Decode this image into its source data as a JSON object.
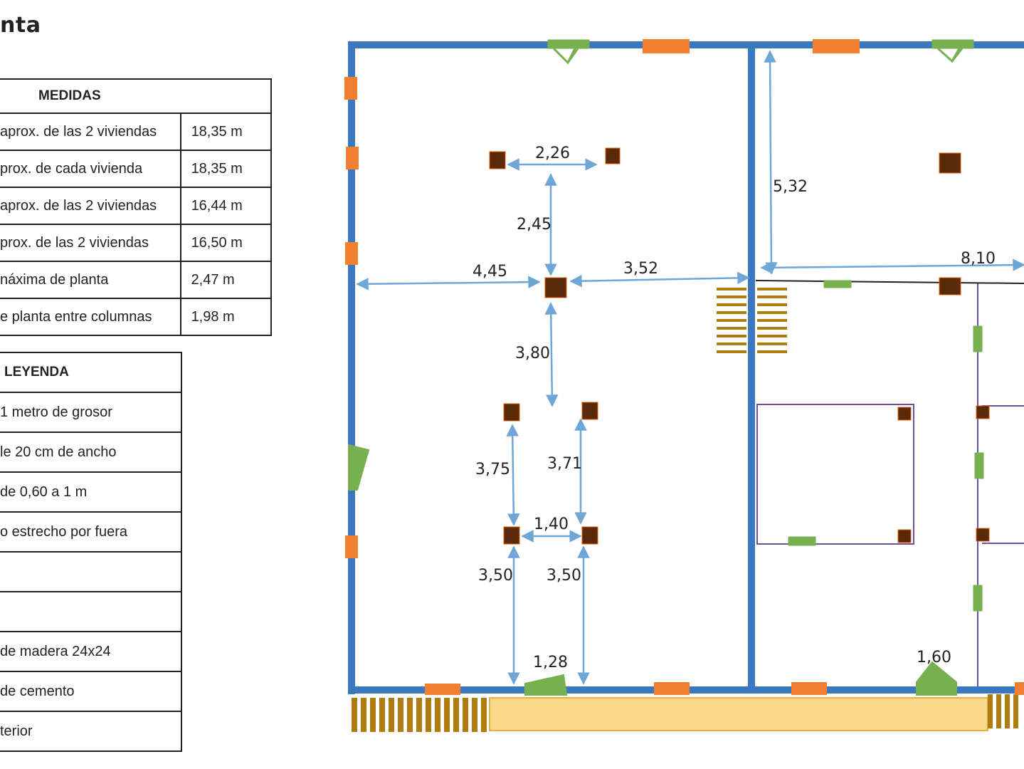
{
  "page": {
    "title": "nta"
  },
  "medidas": {
    "header": "MEDIDAS",
    "rows": [
      {
        "label": "aprox. de las 2 viviendas",
        "value": "18,35 m"
      },
      {
        "label": "prox. de cada vivienda",
        "value": "18,35 m"
      },
      {
        "label": "aprox. de las 2 viviendas",
        "value": "16,44 m"
      },
      {
        "label": "prox. de las 2 viviendas",
        "value": "16,50 m"
      },
      {
        "label": "náxima de planta",
        "value": "2,47 m"
      },
      {
        "label": "e planta entre columnas",
        "value": "1,98 m"
      }
    ]
  },
  "leyenda": {
    "header": "LEYENDA",
    "rows": [
      "1 metro de grosor",
      "le 20 cm de ancho",
      " de 0,60 a 1 m",
      "o estrecho por fuera",
      "",
      "",
      "de madera 24x24",
      "de cemento",
      "terior"
    ]
  },
  "plan": {
    "dimensions": [
      {
        "id": "d226",
        "text": "2,26"
      },
      {
        "id": "d245",
        "text": "2,45"
      },
      {
        "id": "d445",
        "text": "4,45"
      },
      {
        "id": "d352",
        "text": "3,52"
      },
      {
        "id": "d380",
        "text": "3,80"
      },
      {
        "id": "d375",
        "text": "3,75"
      },
      {
        "id": "d371",
        "text": "3,71"
      },
      {
        "id": "d140",
        "text": "1,40"
      },
      {
        "id": "d350a",
        "text": "3,50"
      },
      {
        "id": "d350b",
        "text": "3,50"
      },
      {
        "id": "d128",
        "text": "1,28"
      },
      {
        "id": "d532",
        "text": "5,32"
      },
      {
        "id": "d810",
        "text": "8,10"
      },
      {
        "id": "d160",
        "text": "1,60"
      }
    ],
    "colors": {
      "wall": "#3a78c0",
      "door": "#f08030",
      "window": "#78b050",
      "column": "#5a2a08",
      "dimension": "#6fa6d8",
      "partition": "#7050a0",
      "stair": "#b07c10",
      "terrace": "#fad88a"
    }
  }
}
